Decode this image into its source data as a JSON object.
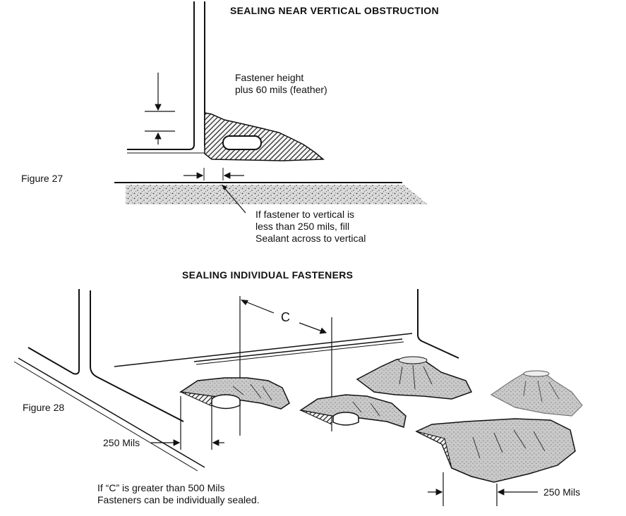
{
  "fig27": {
    "title": "SEALING NEAR VERTICAL OBSTRUCTION",
    "label": "Figure 27",
    "note_height": "Fastener height\nplus 60 mils (feather)",
    "note_fill": "If fastener to vertical is\nless than 250 mils, fill\nSealant across to vertical"
  },
  "fig28": {
    "title": "SEALING INDIVIDUAL FASTENERS",
    "label": "Figure 28",
    "dim_c": "C",
    "dim_left": "250 Mils",
    "dim_right": "250 Mils",
    "note": "If “C” is greater than 500 Mils\nFasteners can be individually sealed."
  }
}
